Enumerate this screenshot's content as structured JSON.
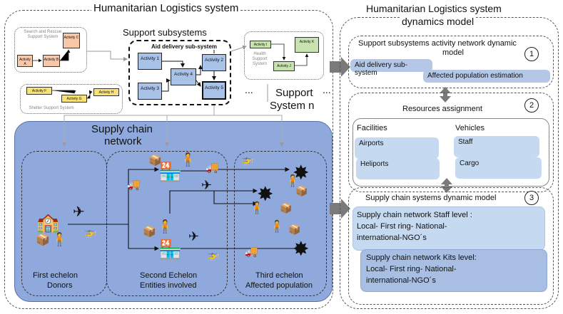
{
  "left_panel": {
    "title": "Humanitarian Logistics system",
    "support_subsystems_label": "Support subsystems",
    "support_system_n_line1": "Support",
    "support_system_n_line2": "System n",
    "ellipsis_left": "...",
    "ellipsis_right": "...",
    "search_rescue": {
      "label": "Search and Rescue Support System",
      "activity_a": "Activity A",
      "activity_b": "Activity B",
      "activity_c": "Activity C"
    },
    "shelter": {
      "label": "Shelter Support System",
      "activity_f": "Activity F",
      "activity_g": "Activity G",
      "activity_h": "Activity H"
    },
    "aid_delivery": {
      "title": "Aid delivery sub-system",
      "activity_1": "Activity 1",
      "activity_2": "Activity 2",
      "activity_3": "Activity 3",
      "activity_4": "Activity 4",
      "activity_5": "Activity 5"
    },
    "health": {
      "label": "Health Support System",
      "activity_i": "Activity I",
      "activity_j": "Activity J",
      "activity_k": "Activity K"
    },
    "supply_chain": {
      "title_line1": "Supply chain",
      "title_line2": "network",
      "first_echelon_line1": "First  echelon",
      "first_echelon_line2": "Donors",
      "second_echelon_line1": "Second Echelon",
      "second_echelon_line2": "Entities involved",
      "third_echelon_line1": "Third echelon",
      "third_echelon_line2": "Affected population"
    }
  },
  "right_panel": {
    "title_line1": "Humanitarian Logistics system",
    "title_line2": "dynamics model",
    "section1": {
      "title_line1": "Support subsystems activity network dynamic",
      "title_line2": "model",
      "number": "1",
      "aid_delivery": "Aid delivery sub-system",
      "affected_population": "Affected population estimation"
    },
    "section2": {
      "title": "Resources assignment",
      "number": "2",
      "facilities": "Facilities",
      "vehicles": "Vehicles",
      "airports": "Airports",
      "heliports": "Heliports",
      "staff": "Staff",
      "cargo": "Cargo"
    },
    "section3": {
      "title": "Supply chain systems dynamic model",
      "number": "3",
      "staff_level_line1": "Supply chain network Staff level :",
      "staff_level_line2": "Local- First ring- National-",
      "staff_level_line3": "international-NGO´s",
      "kits_level_line1": "Supply chain network Kits level:",
      "kits_level_line2": "Local- First ring- National-",
      "kits_level_line3": "international-NGO´s"
    }
  },
  "colors": {
    "supply_chain_fill": "#8fa9dc",
    "activity_blue": "#a9c3e8",
    "pill_blue": "#b4c7e7",
    "arrow_grey": "#777777"
  }
}
